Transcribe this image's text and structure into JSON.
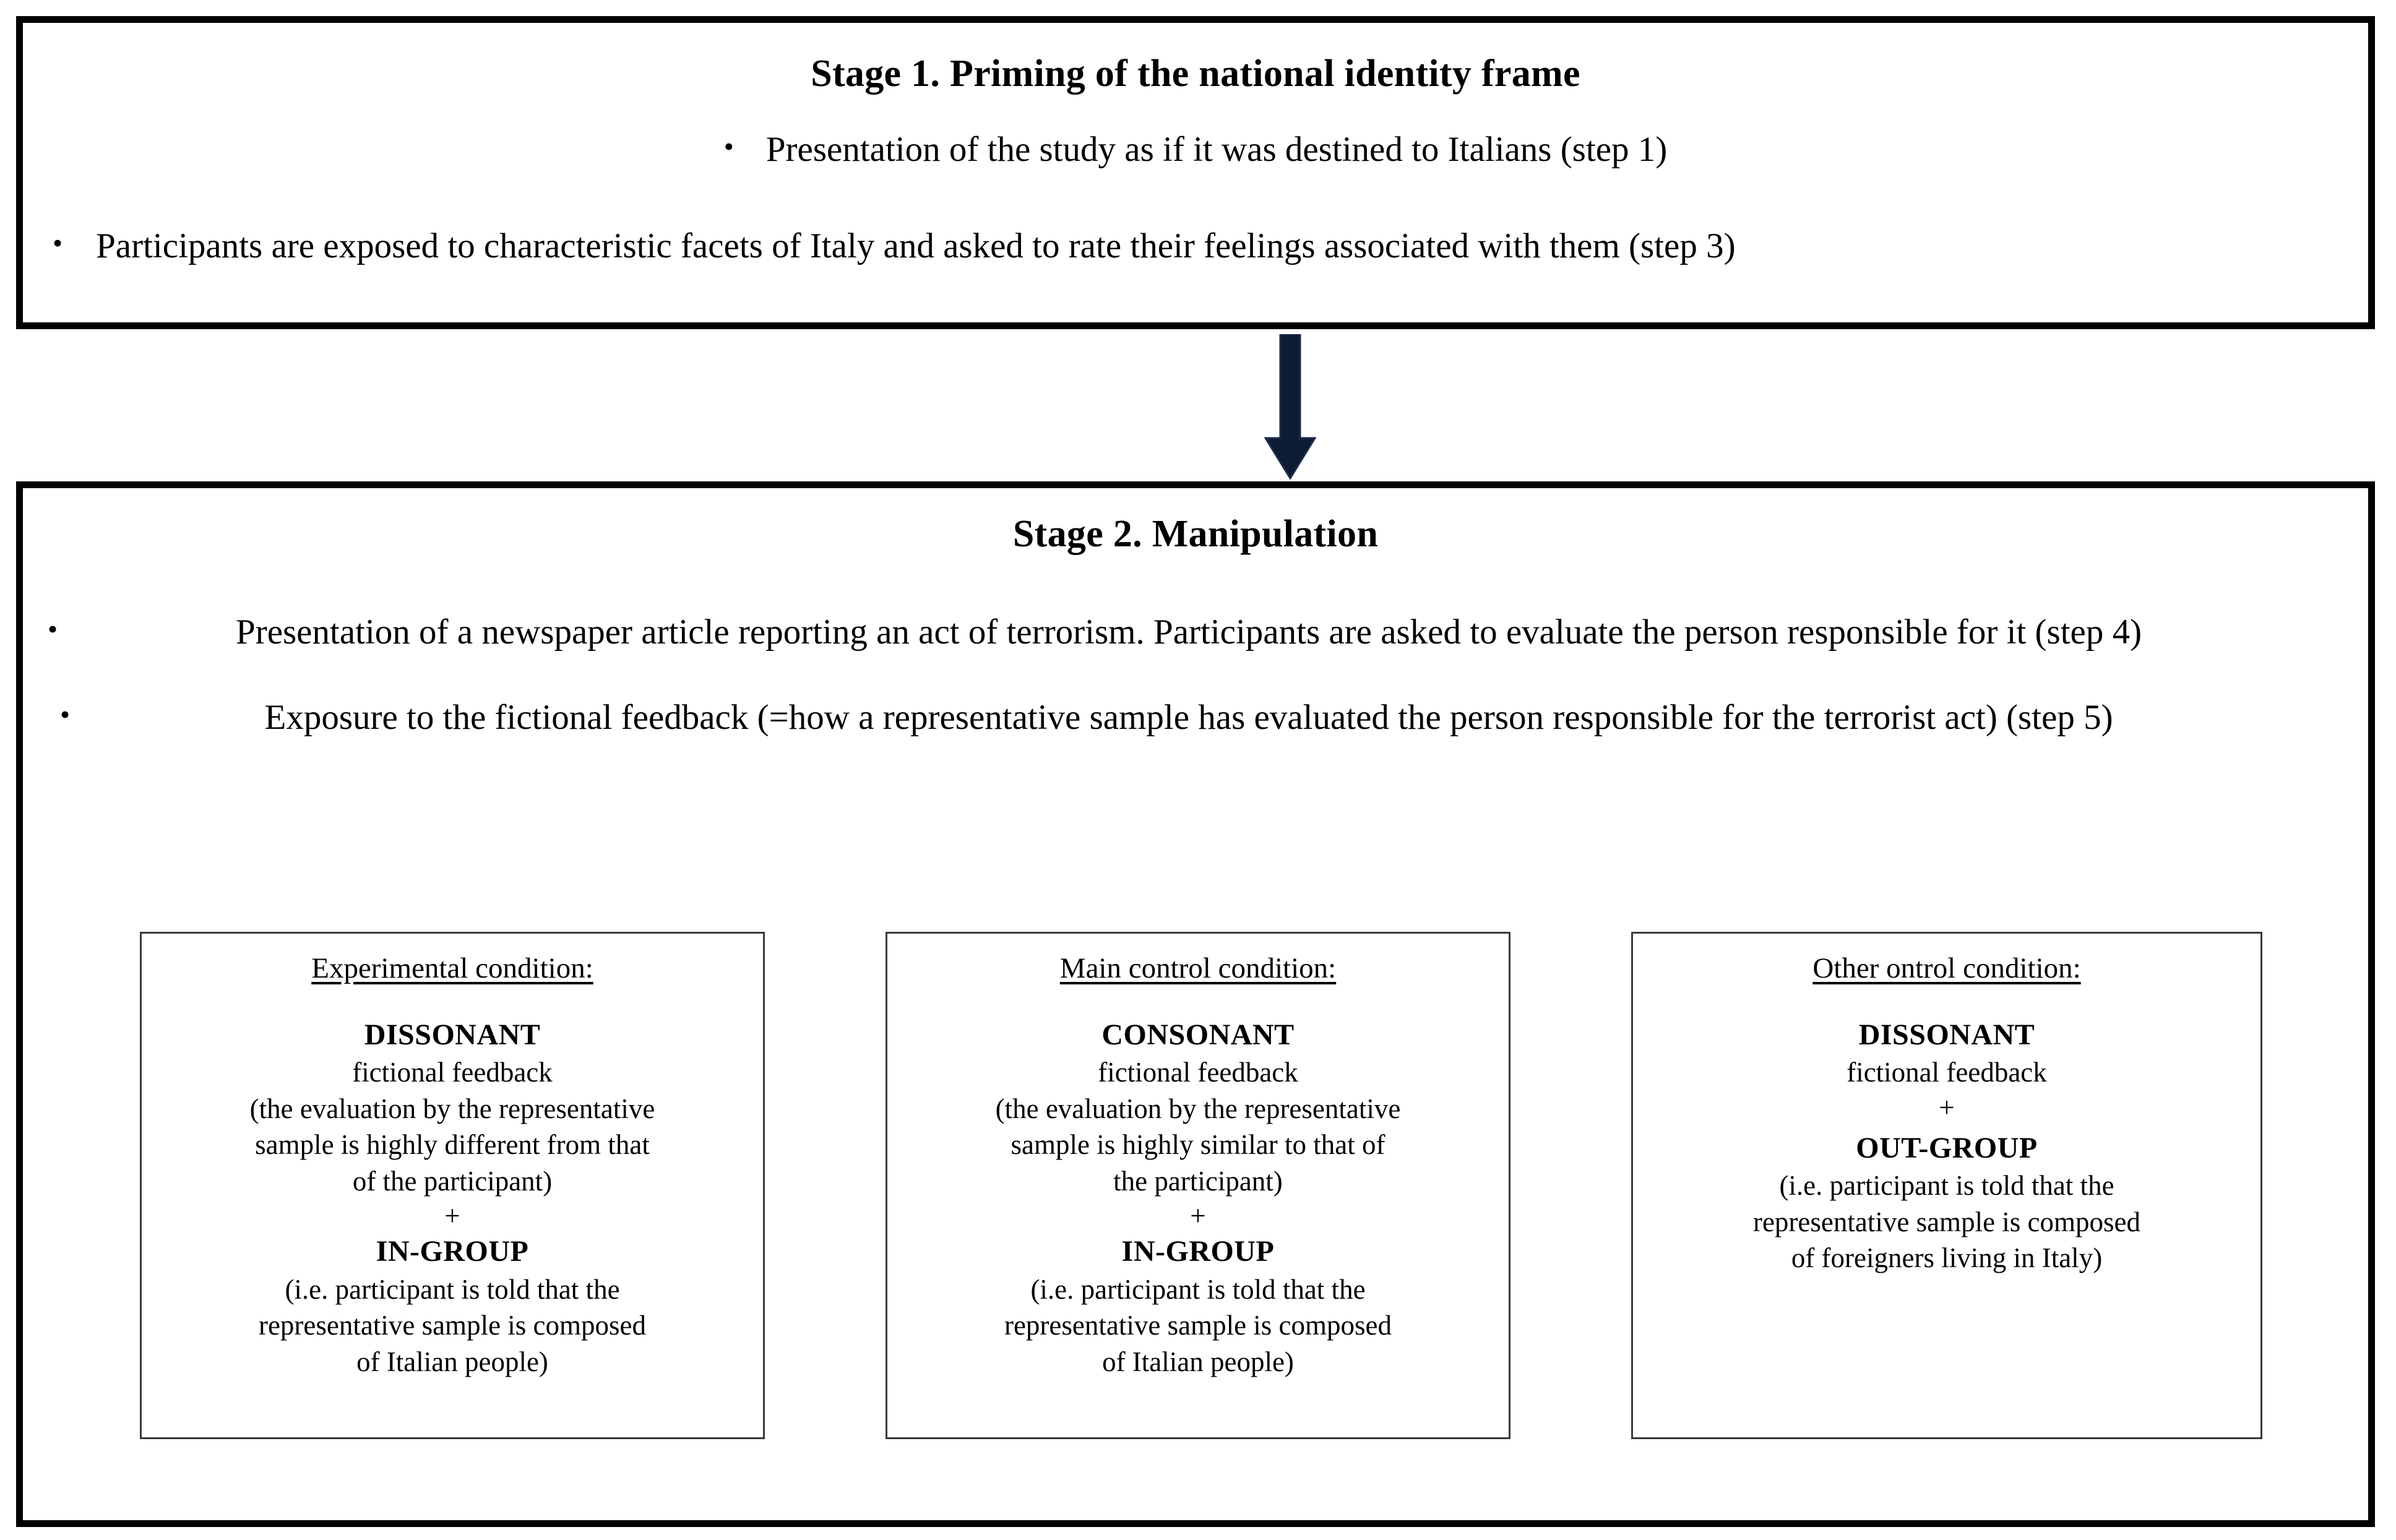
{
  "stage1": {
    "title": "Stage 1. Priming of the national identity frame",
    "bullets": [
      "Presentation of the study as if it was destined to Italians (step 1)",
      "Participants are exposed to characteristic facets of Italy and asked to rate their feelings associated with them (step 3)"
    ]
  },
  "arrow": {
    "name": "down-arrow",
    "color": "#0d1b33"
  },
  "stage2": {
    "title": "Stage 2. Manipulation",
    "bullets": [
      "Presentation of a newspaper article reporting an act of terrorism. Participants are asked to evaluate the person responsible for it (step 4)",
      "Exposure to the fictional feedback (=how a representative sample has evaluated the person responsible for the terrorist act) (step 5)"
    ],
    "conditions": [
      {
        "heading": "Experimental condition:",
        "emphasis1": "DISSONANT",
        "line1": "fictional feedback",
        "detail1_a": "(the evaluation by the representative",
        "detail1_b": "sample is highly different from that",
        "detail1_c": "of the participant)",
        "plus": "+",
        "emphasis2": "IN-GROUP",
        "detail2_a": "(i.e. participant is told that the",
        "detail2_b": "representative sample is composed",
        "detail2_c": "of Italian people)"
      },
      {
        "heading": "Main control condition:",
        "emphasis1": "CONSONANT",
        "line1": "fictional feedback",
        "detail1_a": "(the evaluation by the representative",
        "detail1_b": "sample is highly similar to that of",
        "detail1_c": "the participant)",
        "plus": "+",
        "emphasis2": "IN-GROUP",
        "detail2_a": "(i.e. participant is told that the",
        "detail2_b": "representative sample is composed",
        "detail2_c": "of Italian people)"
      },
      {
        "heading": "Other ontrol condition:",
        "emphasis1": "DISSONANT",
        "line1": "fictional feedback",
        "plus": "+",
        "emphasis2": "OUT-GROUP",
        "detail2_a": "(i.e. participant is told that the",
        "detail2_b": "representative sample is composed",
        "detail2_c": "of foreigners living in Italy)"
      }
    ]
  },
  "bullet_glyph": "•"
}
